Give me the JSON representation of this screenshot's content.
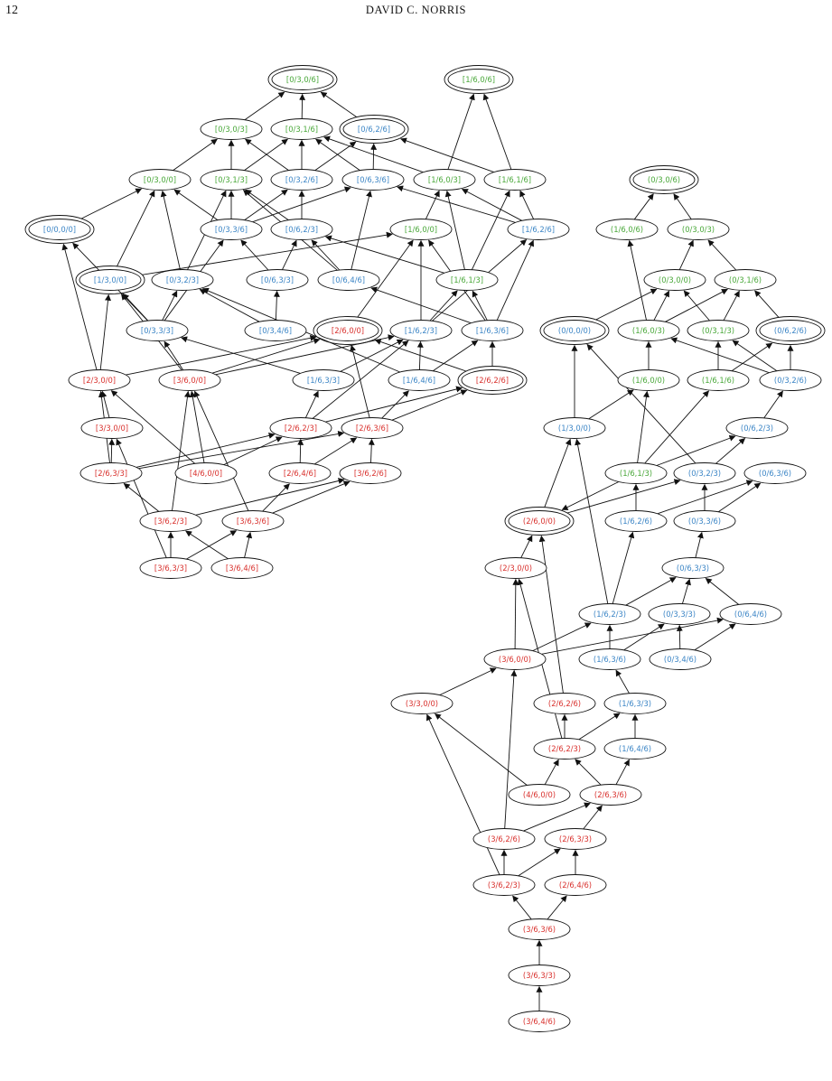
{
  "header": {
    "page_number": "12",
    "running_head": "DAVID C. NORRIS"
  },
  "colors": {
    "green": "#4aa83a",
    "blue": "#3d86c6",
    "red": "#d9322e",
    "edge": "#111111"
  },
  "graphs": [
    {
      "id": "left",
      "nodes": [
        {
          "label": "[0/3,0/6]",
          "color": "green",
          "double": true
        },
        {
          "label": "[1/6,0/6]",
          "color": "green",
          "double": true
        },
        {
          "label": "[0/3,0/3]",
          "color": "green",
          "double": false
        },
        {
          "label": "[0/3,1/6]",
          "color": "green",
          "double": false
        },
        {
          "label": "[0/6,2/6]",
          "color": "blue",
          "double": true
        },
        {
          "label": "[0/3,0/0]",
          "color": "green",
          "double": false
        },
        {
          "label": "[0/3,1/3]",
          "color": "green",
          "double": false
        },
        {
          "label": "[0/3,2/6]",
          "color": "blue",
          "double": false
        },
        {
          "label": "[0/6,3/6]",
          "color": "blue",
          "double": false
        },
        {
          "label": "[1/6,0/3]",
          "color": "green",
          "double": false
        },
        {
          "label": "[1/6,1/6]",
          "color": "green",
          "double": false
        },
        {
          "label": "[0/0,0/0]",
          "color": "blue",
          "double": true
        },
        {
          "label": "[0/3,3/6]",
          "color": "blue",
          "double": false
        },
        {
          "label": "[0/6,2/3]",
          "color": "blue",
          "double": false
        },
        {
          "label": "[1/6,0/0]",
          "color": "green",
          "double": false
        },
        {
          "label": "[1/6,2/6]",
          "color": "blue",
          "double": false
        },
        {
          "label": "[1/3,0/0]",
          "color": "blue",
          "double": true
        },
        {
          "label": "[0/3,2/3]",
          "color": "blue",
          "double": false
        },
        {
          "label": "[0/6,3/3]",
          "color": "blue",
          "double": false
        },
        {
          "label": "[0/6,4/6]",
          "color": "blue",
          "double": false
        },
        {
          "label": "[1/6,1/3]",
          "color": "green",
          "double": false
        },
        {
          "label": "[0/3,3/3]",
          "color": "blue",
          "double": false
        },
        {
          "label": "[0/3,4/6]",
          "color": "blue",
          "double": false
        },
        {
          "label": "[2/6,0/0]",
          "color": "red",
          "double": true
        },
        {
          "label": "[1/6,2/3]",
          "color": "blue",
          "double": false
        },
        {
          "label": "[1/6,3/6]",
          "color": "blue",
          "double": false
        },
        {
          "label": "[2/3,0/0]",
          "color": "red",
          "double": false
        },
        {
          "label": "[3/6,0/0]",
          "color": "red",
          "double": false
        },
        {
          "label": "[1/6,3/3]",
          "color": "blue",
          "double": false
        },
        {
          "label": "[1/6,4/6]",
          "color": "blue",
          "double": false
        },
        {
          "label": "[2/6,2/6]",
          "color": "red",
          "double": true
        },
        {
          "label": "[3/3,0/0]",
          "color": "red",
          "double": false
        },
        {
          "label": "[2/6,2/3]",
          "color": "red",
          "double": false
        },
        {
          "label": "[2/6,3/6]",
          "color": "red",
          "double": false
        },
        {
          "label": "[2/6,3/3]",
          "color": "red",
          "double": false
        },
        {
          "label": "[4/6,0/0]",
          "color": "red",
          "double": false
        },
        {
          "label": "[2/6,4/6]",
          "color": "red",
          "double": false
        },
        {
          "label": "[3/6,2/6]",
          "color": "red",
          "double": false
        },
        {
          "label": "[3/6,2/3]",
          "color": "red",
          "double": false
        },
        {
          "label": "[3/6,3/6]",
          "color": "red",
          "double": false
        },
        {
          "label": "[3/6,3/3]",
          "color": "red",
          "double": false
        },
        {
          "label": "[3/6,4/6]",
          "color": "red",
          "double": false
        }
      ],
      "edges": [
        [
          "[0/3,0/3]",
          "[0/3,0/6]"
        ],
        [
          "[0/3,1/6]",
          "[0/3,0/6]"
        ],
        [
          "[0/6,2/6]",
          "[0/3,0/6]"
        ],
        [
          "[1/6,0/3]",
          "[1/6,0/6]"
        ],
        [
          "[1/6,1/6]",
          "[1/6,0/6]"
        ],
        [
          "[0/3,0/0]",
          "[0/3,0/3]"
        ],
        [
          "[0/3,1/3]",
          "[0/3,0/3]"
        ],
        [
          "[0/3,2/6]",
          "[0/3,0/3]"
        ],
        [
          "[0/3,1/3]",
          "[0/3,1/6]"
        ],
        [
          "[0/3,2/6]",
          "[0/3,1/6]"
        ],
        [
          "[0/6,3/6]",
          "[0/3,1/6]"
        ],
        [
          "[1/6,0/3]",
          "[0/3,1/6]"
        ],
        [
          "[0/3,2/6]",
          "[0/6,2/6]"
        ],
        [
          "[0/6,3/6]",
          "[0/6,2/6]"
        ],
        [
          "[1/6,1/6]",
          "[0/6,2/6]"
        ],
        [
          "[0/0,0/0]",
          "[0/3,0/0]"
        ],
        [
          "[0/3,3/6]",
          "[0/3,0/0]"
        ],
        [
          "[1/3,0/0]",
          "[0/3,0/0]"
        ],
        [
          "[0/3,2/3]",
          "[0/3,0/0]"
        ],
        [
          "[0/3,3/6]",
          "[0/3,1/3]"
        ],
        [
          "[0/6,2/3]",
          "[0/3,1/3]"
        ],
        [
          "[0/3,2/3]",
          "[0/3,1/3]"
        ],
        [
          "[0/6,4/6]",
          "[0/3,1/3]"
        ],
        [
          "[0/3,3/6]",
          "[0/3,2/6]"
        ],
        [
          "[0/6,2/3]",
          "[0/3,2/6]"
        ],
        [
          "[0/3,3/6]",
          "[0/6,3/6]"
        ],
        [
          "[0/6,4/6]",
          "[0/6,3/6]"
        ],
        [
          "[1/6,2/6]",
          "[0/6,3/6]"
        ],
        [
          "[1/6,0/0]",
          "[1/6,0/3]"
        ],
        [
          "[1/6,1/3]",
          "[1/6,0/3]"
        ],
        [
          "[1/6,2/6]",
          "[1/6,0/3]"
        ],
        [
          "[1/6,1/3]",
          "[1/6,1/6]"
        ],
        [
          "[1/6,2/6]",
          "[1/6,1/6]"
        ],
        [
          "[0/3,3/3]",
          "[0/0,0/0]"
        ],
        [
          "[2/3,0/0]",
          "[0/0,0/0]"
        ],
        [
          "[0/6,3/3]",
          "[0/3,3/6]"
        ],
        [
          "[0/3,3/3]",
          "[0/3,3/6]"
        ],
        [
          "[0/6,3/3]",
          "[0/6,2/3]"
        ],
        [
          "[0/6,4/6]",
          "[0/6,2/3]"
        ],
        [
          "[1/6,1/3]",
          "[0/6,2/3]"
        ],
        [
          "[1/3,0/0]",
          "[1/6,0/0]"
        ],
        [
          "[2/6,0/0]",
          "[1/6,0/0]"
        ],
        [
          "[1/6,2/3]",
          "[1/6,0/0]"
        ],
        [
          "[1/6,3/6]",
          "[1/6,0/0]"
        ],
        [
          "[1/6,2/3]",
          "[1/6,2/6]"
        ],
        [
          "[1/6,3/6]",
          "[1/6,2/6]"
        ],
        [
          "[2/3,0/0]",
          "[1/3,0/0]"
        ],
        [
          "[3/6,0/0]",
          "[1/3,0/0]"
        ],
        [
          "[0/3,3/3]",
          "[1/3,0/0]"
        ],
        [
          "[0/3,3/3]",
          "[0/3,2/3]"
        ],
        [
          "[1/6,4/6]",
          "[0/3,2/3]"
        ],
        [
          "[0/3,4/6]",
          "[0/3,2/3]"
        ],
        [
          "[0/3,4/6]",
          "[0/6,3/3]"
        ],
        [
          "[1/6,3/6]",
          "[0/6,4/6]"
        ],
        [
          "[1/6,2/3]",
          "[1/6,1/3]"
        ],
        [
          "[1/6,3/6]",
          "[1/6,1/3]"
        ],
        [
          "[3/6,0/0]",
          "[0/3,3/3]"
        ],
        [
          "[1/6,3/3]",
          "[0/3,3/3]"
        ],
        [
          "[2/3,0/0]",
          "[2/6,0/0]"
        ],
        [
          "[3/6,0/0]",
          "[2/6,0/0]"
        ],
        [
          "[2/6,2/6]",
          "[2/6,0/0]"
        ],
        [
          "[2/6,3/6]",
          "[2/6,0/0]"
        ],
        [
          "[1/6,3/3]",
          "[1/6,2/3]"
        ],
        [
          "[1/6,4/6]",
          "[1/6,2/3]"
        ],
        [
          "[2/6,2/3]",
          "[1/6,2/3]"
        ],
        [
          "[3/6,0/0]",
          "[1/6,2/3]"
        ],
        [
          "[1/6,4/6]",
          "[1/6,3/6]"
        ],
        [
          "[2/6,2/6]",
          "[1/6,3/6]"
        ],
        [
          "[3/3,0/0]",
          "[2/3,0/0]"
        ],
        [
          "[2/6,3/3]",
          "[2/3,0/0]"
        ],
        [
          "[4/6,0/0]",
          "[2/3,0/0]"
        ],
        [
          "[4/6,0/0]",
          "[3/6,0/0]"
        ],
        [
          "[3/6,2/3]",
          "[3/6,0/0]"
        ],
        [
          "[3/6,3/6]",
          "[3/6,0/0]"
        ],
        [
          "[2/6,2/3]",
          "[1/6,3/3]"
        ],
        [
          "[2/6,3/6]",
          "[1/6,4/6]"
        ],
        [
          "[2/6,2/3]",
          "[2/6,2/6]"
        ],
        [
          "[2/6,3/6]",
          "[2/6,2/6]"
        ],
        [
          "[2/6,3/3]",
          "[3/3,0/0]"
        ],
        [
          "[3/6,3/3]",
          "[3/3,0/0]"
        ],
        [
          "[2/6,3/3]",
          "[2/6,2/3]"
        ],
        [
          "[2/6,4/6]",
          "[2/6,2/3]"
        ],
        [
          "[4/6,0/0]",
          "[2/6,2/3]"
        ],
        [
          "[2/6,4/6]",
          "[2/6,3/6]"
        ],
        [
          "[3/6,2/6]",
          "[2/6,3/6]"
        ],
        [
          "[2/6,3/3]",
          "[2/6,3/6]"
        ],
        [
          "[3/6,2/3]",
          "[2/6,3/3]"
        ],
        [
          "[3/6,3/6]",
          "[2/6,4/6]"
        ],
        [
          "[3/6,2/3]",
          "[3/6,2/6]"
        ],
        [
          "[3/6,3/6]",
          "[3/6,2/6]"
        ],
        [
          "[3/6,3/3]",
          "[3/6,2/3]"
        ],
        [
          "[3/6,4/6]",
          "[3/6,2/3]"
        ],
        [
          "[3/6,3/3]",
          "[3/6,3/6]"
        ],
        [
          "[3/6,4/6]",
          "[3/6,3/6]"
        ]
      ]
    },
    {
      "id": "right",
      "nodes": [
        {
          "label": "(0/3,0/6)",
          "color": "green",
          "double": true
        },
        {
          "label": "(1/6,0/6)",
          "color": "green",
          "double": false
        },
        {
          "label": "(0/3,0/3)",
          "color": "green",
          "double": false
        },
        {
          "label": "(0/3,0/0)",
          "color": "green",
          "double": false
        },
        {
          "label": "(0/3,1/6)",
          "color": "green",
          "double": false
        },
        {
          "label": "(0/0,0/0)",
          "color": "blue",
          "double": true
        },
        {
          "label": "(1/6,0/3)",
          "color": "green",
          "double": false
        },
        {
          "label": "(0/3,1/3)",
          "color": "green",
          "double": false
        },
        {
          "label": "(0/6,2/6)",
          "color": "blue",
          "double": true
        },
        {
          "label": "(1/6,0/0)",
          "color": "green",
          "double": false
        },
        {
          "label": "(1/6,1/6)",
          "color": "green",
          "double": false
        },
        {
          "label": "(0/3,2/6)",
          "color": "blue",
          "double": false
        },
        {
          "label": "(1/3,0/0)",
          "color": "blue",
          "double": false
        },
        {
          "label": "(0/6,2/3)",
          "color": "blue",
          "double": false
        },
        {
          "label": "(1/6,1/3)",
          "color": "green",
          "double": false
        },
        {
          "label": "(0/3,2/3)",
          "color": "blue",
          "double": false
        },
        {
          "label": "(0/6,3/6)",
          "color": "blue",
          "double": false
        },
        {
          "label": "(2/6,0/0)",
          "color": "red",
          "double": true
        },
        {
          "label": "(1/6,2/6)",
          "color": "blue",
          "double": false
        },
        {
          "label": "(0/3,3/6)",
          "color": "blue",
          "double": false
        },
        {
          "label": "(2/3,0/0)",
          "color": "red",
          "double": false
        },
        {
          "label": "(0/6,3/3)",
          "color": "blue",
          "double": false
        },
        {
          "label": "(1/6,2/3)",
          "color": "blue",
          "double": false
        },
        {
          "label": "(0/3,3/3)",
          "color": "blue",
          "double": false
        },
        {
          "label": "(0/6,4/6)",
          "color": "blue",
          "double": false
        },
        {
          "label": "(3/6,0/0)",
          "color": "red",
          "double": false
        },
        {
          "label": "(1/6,3/6)",
          "color": "blue",
          "double": false
        },
        {
          "label": "(0/3,4/6)",
          "color": "blue",
          "double": false
        },
        {
          "label": "(3/3,0/0)",
          "color": "red",
          "double": false
        },
        {
          "label": "(2/6,2/6)",
          "color": "red",
          "double": false
        },
        {
          "label": "(1/6,3/3)",
          "color": "blue",
          "double": false
        },
        {
          "label": "(2/6,2/3)",
          "color": "red",
          "double": false
        },
        {
          "label": "(1/6,4/6)",
          "color": "blue",
          "double": false
        },
        {
          "label": "(4/6,0/0)",
          "color": "red",
          "double": false
        },
        {
          "label": "(2/6,3/6)",
          "color": "red",
          "double": false
        },
        {
          "label": "(3/6,2/6)",
          "color": "red",
          "double": false
        },
        {
          "label": "(2/6,3/3)",
          "color": "red",
          "double": false
        },
        {
          "label": "(3/6,2/3)",
          "color": "red",
          "double": false
        },
        {
          "label": "(2/6,4/6)",
          "color": "red",
          "double": false
        },
        {
          "label": "(3/6,3/6)",
          "color": "red",
          "double": false
        },
        {
          "label": "(3/6,3/3)",
          "color": "red",
          "double": false
        },
        {
          "label": "(3/6,4/6)",
          "color": "red",
          "double": false
        }
      ],
      "edges": [
        [
          "(1/6,0/6)",
          "(0/3,0/6)"
        ],
        [
          "(0/3,0/3)",
          "(0/3,0/6)"
        ],
        [
          "(0/3,0/0)",
          "(0/3,0/3)"
        ],
        [
          "(0/3,1/6)",
          "(0/3,0/3)"
        ],
        [
          "(1/6,0/3)",
          "(1/6,0/6)"
        ],
        [
          "(0/0,0/0)",
          "(0/3,0/0)"
        ],
        [
          "(1/6,0/3)",
          "(0/3,0/0)"
        ],
        [
          "(0/3,1/3)",
          "(0/3,0/0)"
        ],
        [
          "(1/6,0/3)",
          "(0/3,1/6)"
        ],
        [
          "(0/3,1/3)",
          "(0/3,1/6)"
        ],
        [
          "(0/6,2/6)",
          "(0/3,1/6)"
        ],
        [
          "(1/3,0/0)",
          "(0/0,0/0)"
        ],
        [
          "(0/3,2/3)",
          "(0/0,0/0)"
        ],
        [
          "(1/6,0/0)",
          "(1/6,0/3)"
        ],
        [
          "(0/3,2/6)",
          "(1/6,0/3)"
        ],
        [
          "(1/6,1/6)",
          "(0/3,1/3)"
        ],
        [
          "(0/3,2/6)",
          "(0/3,1/3)"
        ],
        [
          "(1/6,1/6)",
          "(0/6,2/6)"
        ],
        [
          "(0/3,2/6)",
          "(0/6,2/6)"
        ],
        [
          "(1/3,0/0)",
          "(1/6,0/0)"
        ],
        [
          "(1/6,1/3)",
          "(1/6,0/0)"
        ],
        [
          "(1/6,1/3)",
          "(1/6,1/6)"
        ],
        [
          "(0/6,2/3)",
          "(0/3,2/6)"
        ],
        [
          "(2/6,0/0)",
          "(1/3,0/0)"
        ],
        [
          "(1/6,2/3)",
          "(1/3,0/0)"
        ],
        [
          "(1/6,1/3)",
          "(0/6,2/3)"
        ],
        [
          "(0/3,2/3)",
          "(0/6,2/3)"
        ],
        [
          "(1/6,2/6)",
          "(1/6,1/3)"
        ],
        [
          "(0/3,3/6)",
          "(0/3,2/3)"
        ],
        [
          "(2/6,0/0)",
          "(0/3,2/3)"
        ],
        [
          "(1/6,2/6)",
          "(0/6,3/6)"
        ],
        [
          "(0/3,3/6)",
          "(0/6,3/6)"
        ],
        [
          "(2/3,0/0)",
          "(2/6,0/0)"
        ],
        [
          "(2/6,2/6)",
          "(2/6,0/0)"
        ],
        [
          "(1/6,1/3)",
          "(2/6,0/0)"
        ],
        [
          "(1/6,2/3)",
          "(1/6,2/6)"
        ],
        [
          "(0/6,3/3)",
          "(0/3,3/6)"
        ],
        [
          "(3/6,0/0)",
          "(2/3,0/0)"
        ],
        [
          "(2/6,2/3)",
          "(2/3,0/0)"
        ],
        [
          "(1/6,2/3)",
          "(0/6,3/3)"
        ],
        [
          "(0/3,3/3)",
          "(0/6,3/3)"
        ],
        [
          "(0/6,4/6)",
          "(0/6,3/3)"
        ],
        [
          "(3/6,0/0)",
          "(1/6,2/3)"
        ],
        [
          "(1/6,3/6)",
          "(1/6,2/3)"
        ],
        [
          "(0/3,4/6)",
          "(0/3,3/3)"
        ],
        [
          "(1/6,3/6)",
          "(0/3,3/3)"
        ],
        [
          "(0/3,4/6)",
          "(0/6,4/6)"
        ],
        [
          "(3/6,0/0)",
          "(0/6,4/6)"
        ],
        [
          "(3/3,0/0)",
          "(3/6,0/0)"
        ],
        [
          "(3/6,2/6)",
          "(3/6,0/0)"
        ],
        [
          "(1/6,3/3)",
          "(1/6,3/6)"
        ],
        [
          "(4/6,0/0)",
          "(3/3,0/0)"
        ],
        [
          "(3/6,2/3)",
          "(3/3,0/0)"
        ],
        [
          "(2/6,2/3)",
          "(2/6,2/6)"
        ],
        [
          "(1/6,4/6)",
          "(1/6,3/3)"
        ],
        [
          "(2/6,2/3)",
          "(1/6,3/3)"
        ],
        [
          "(4/6,0/0)",
          "(2/6,2/3)"
        ],
        [
          "(2/6,3/6)",
          "(2/6,2/3)"
        ],
        [
          "(2/6,3/6)",
          "(1/6,4/6)"
        ],
        [
          "(3/6,2/6)",
          "(2/6,3/6)"
        ],
        [
          "(2/6,3/3)",
          "(2/6,3/6)"
        ],
        [
          "(3/6,2/3)",
          "(3/6,2/6)"
        ],
        [
          "(3/6,2/3)",
          "(2/6,3/3)"
        ],
        [
          "(2/6,4/6)",
          "(2/6,3/3)"
        ],
        [
          "(3/6,3/6)",
          "(3/6,2/3)"
        ],
        [
          "(3/6,3/6)",
          "(2/6,4/6)"
        ],
        [
          "(3/6,3/3)",
          "(3/6,3/6)"
        ],
        [
          "(3/6,4/6)",
          "(3/6,3/3)"
        ]
      ]
    }
  ]
}
